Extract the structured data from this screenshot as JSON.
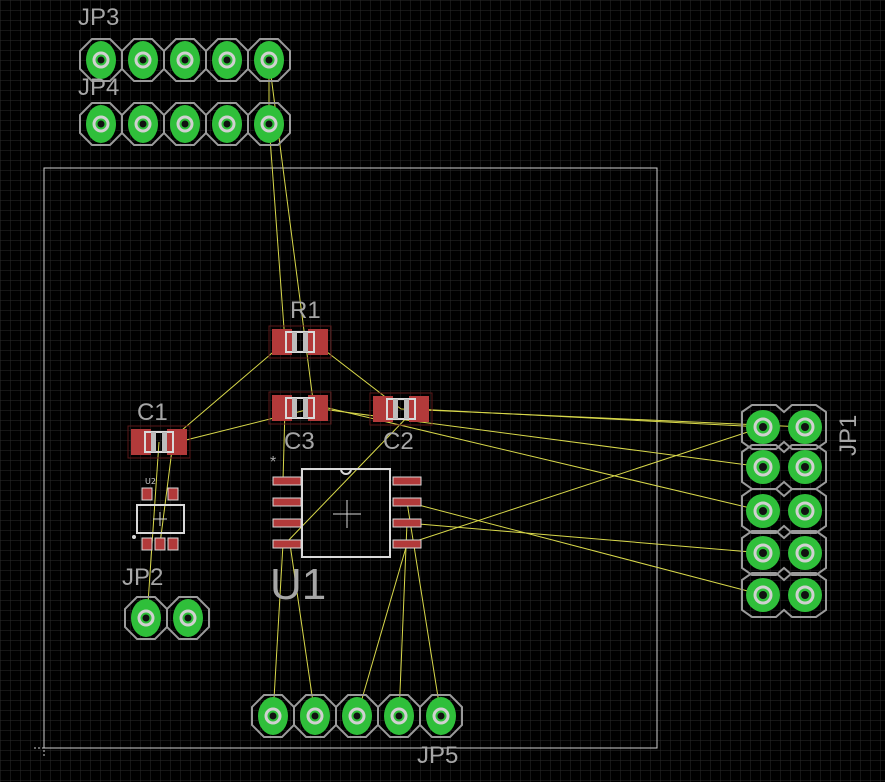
{
  "app": {
    "type": "pcb-board-layout",
    "colors": {
      "background": "#000000",
      "grid": "#2b2b2b",
      "board_outline": "#cfcfcf",
      "airwire": "#d8d84a",
      "pad_thru": "#2fbf3a",
      "pad_ring": "#9a9a9a",
      "smd_pad": "#b23a3a",
      "smd_outline": "#d9d9d9",
      "label": "#a6a6a6"
    }
  },
  "labels": {
    "jp3": "JP3",
    "jp4": "JP4",
    "r1": "R1",
    "c1": "C1",
    "c3": "C3",
    "c2": "C2",
    "u1": "U1",
    "u2": "U2",
    "jp2": "JP2",
    "jp5": "JP5",
    "jp1": "JP1",
    "pin1_marker": "*"
  },
  "components": [
    {
      "name": "JP3",
      "kind": "header-1x5"
    },
    {
      "name": "JP4",
      "kind": "header-1x5"
    },
    {
      "name": "R1",
      "kind": "smd-resistor"
    },
    {
      "name": "C1",
      "kind": "smd-capacitor"
    },
    {
      "name": "C3",
      "kind": "smd-capacitor"
    },
    {
      "name": "C2",
      "kind": "smd-capacitor"
    },
    {
      "name": "U1",
      "kind": "soic-8"
    },
    {
      "name": "U2",
      "kind": "sot-23-5"
    },
    {
      "name": "JP2",
      "kind": "header-1x2"
    },
    {
      "name": "JP5",
      "kind": "header-1x5"
    },
    {
      "name": "JP1",
      "kind": "header-2x5"
    }
  ]
}
